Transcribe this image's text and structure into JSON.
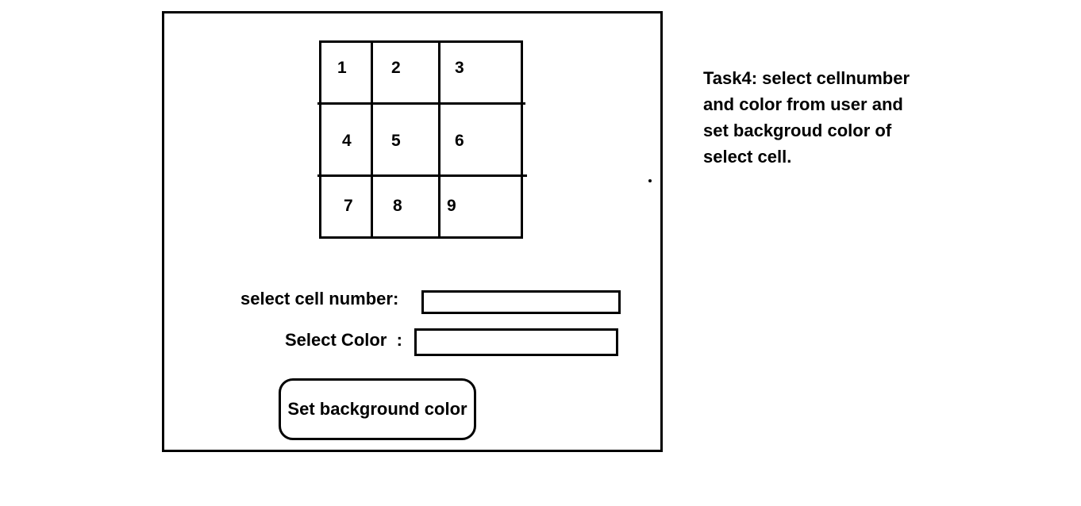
{
  "grid": {
    "cells": [
      "1",
      "2",
      "3",
      "4",
      "5",
      "6",
      "7",
      "8",
      "9"
    ]
  },
  "form": {
    "cell_label": "select cell number:",
    "cell_value": "",
    "color_label": "Select Color  :",
    "color_value": "",
    "button_label": "Set background color"
  },
  "task": {
    "lines": [
      "Task4: select cellnumber",
      "and color from user and",
      "set backgroud color of",
      "select cell."
    ]
  }
}
